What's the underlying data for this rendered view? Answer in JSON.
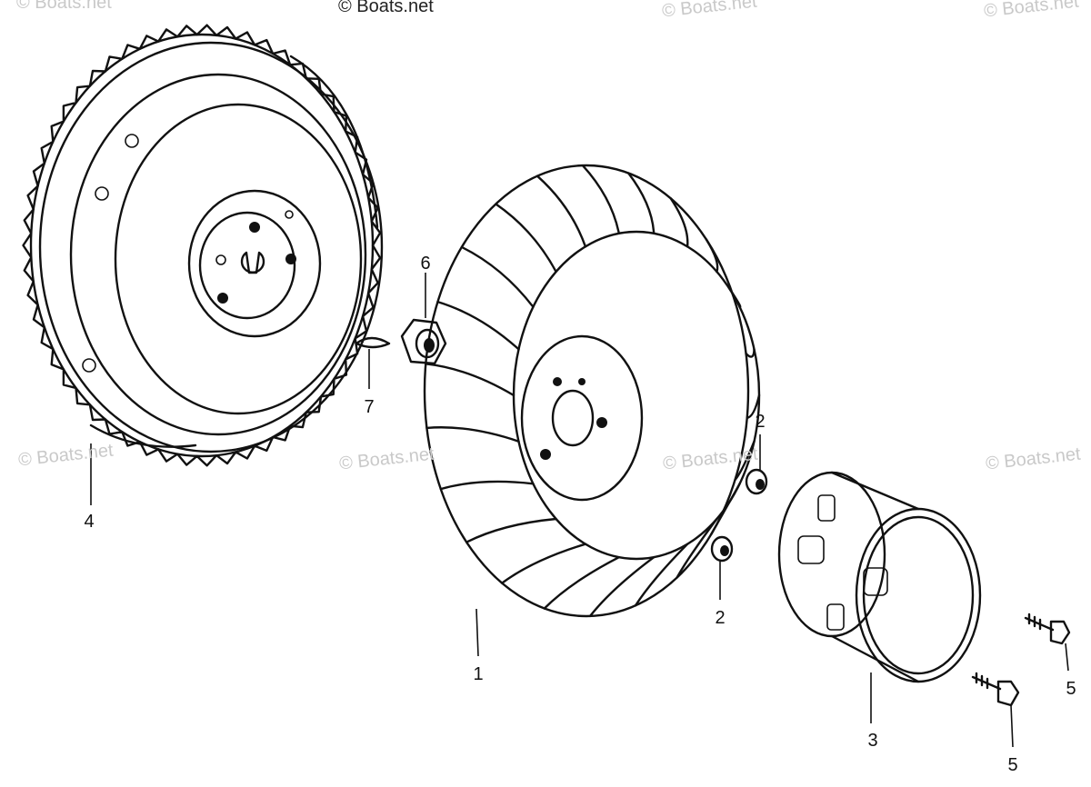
{
  "watermarks": [
    "© Boats.net",
    "© Boats.net",
    "© Boats.net",
    "© Boats.net",
    "© Boats.net",
    "© Boats.net",
    "© Boats.net",
    "© Boats.net"
  ],
  "callouts": {
    "flywheel": "4",
    "cooling_fan": "1",
    "collar_upper": "2",
    "collar_lower": "2",
    "starter_pulley": "3",
    "bolt_right": "5",
    "bolt_lower": "5",
    "nut": "6",
    "woodruff_key": "7"
  },
  "colors": {
    "ink": "#111111",
    "watermark": "#c9c9c9",
    "background": "#ffffff"
  }
}
